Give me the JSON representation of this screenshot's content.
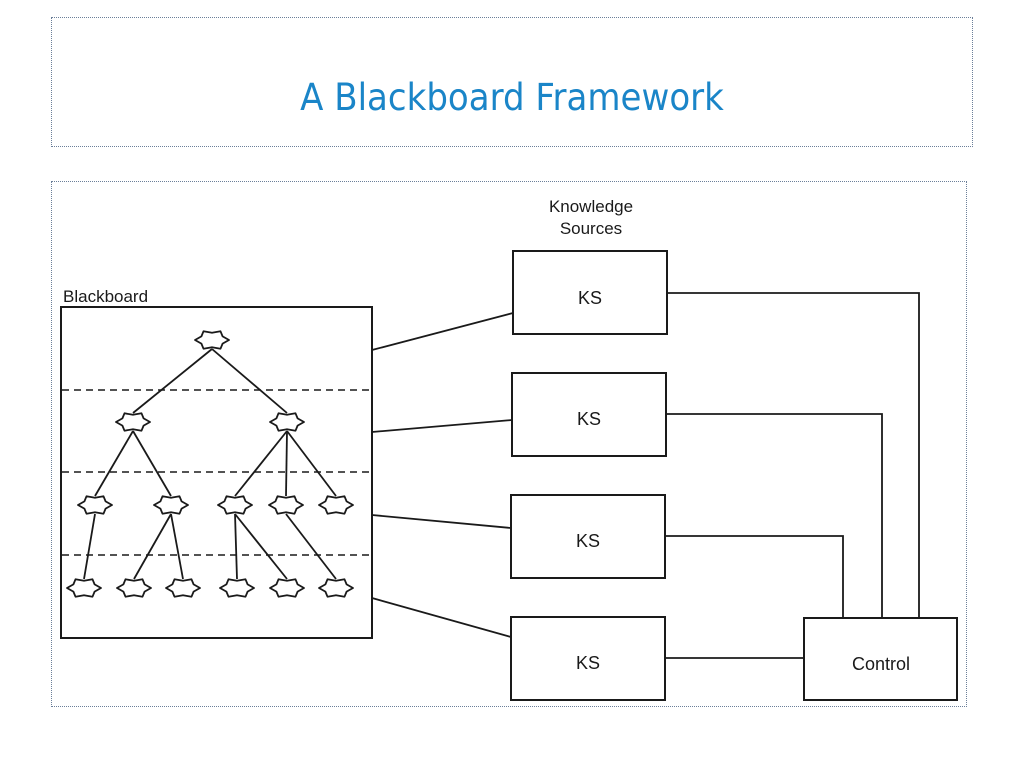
{
  "slide": {
    "title": "A Blackboard Framework"
  },
  "diagram": {
    "blackboard_label": "Blackboard",
    "knowledge_sources_label_line1": "Knowledge",
    "knowledge_sources_label_line2": "Sources",
    "knowledge_sources": [
      {
        "label": "KS"
      },
      {
        "label": "KS"
      },
      {
        "label": "KS"
      },
      {
        "label": "KS"
      }
    ],
    "control_label": "Control",
    "blackboard_levels": 4,
    "tree": {
      "levels": [
        {
          "nodes": 1
        },
        {
          "nodes": 2
        },
        {
          "nodes": 5
        },
        {
          "nodes": 6
        }
      ],
      "edges": [
        [
          "0-0",
          "1-0"
        ],
        [
          "0-0",
          "1-1"
        ],
        [
          "1-0",
          "2-0"
        ],
        [
          "1-0",
          "2-1"
        ],
        [
          "1-1",
          "2-2"
        ],
        [
          "1-1",
          "2-3"
        ],
        [
          "1-1",
          "2-4"
        ],
        [
          "2-0",
          "3-0"
        ],
        [
          "2-1",
          "3-1"
        ],
        [
          "2-1",
          "3-2"
        ],
        [
          "2-2",
          "3-3"
        ],
        [
          "2-2",
          "3-4"
        ],
        [
          "2-3",
          "3-5"
        ]
      ]
    },
    "connections": [
      "Blackboard-KS1",
      "Blackboard-KS2",
      "Blackboard-KS3",
      "Blackboard-KS4",
      "KS1-Control",
      "KS2-Control",
      "KS3-Control",
      "KS4-Control"
    ]
  }
}
